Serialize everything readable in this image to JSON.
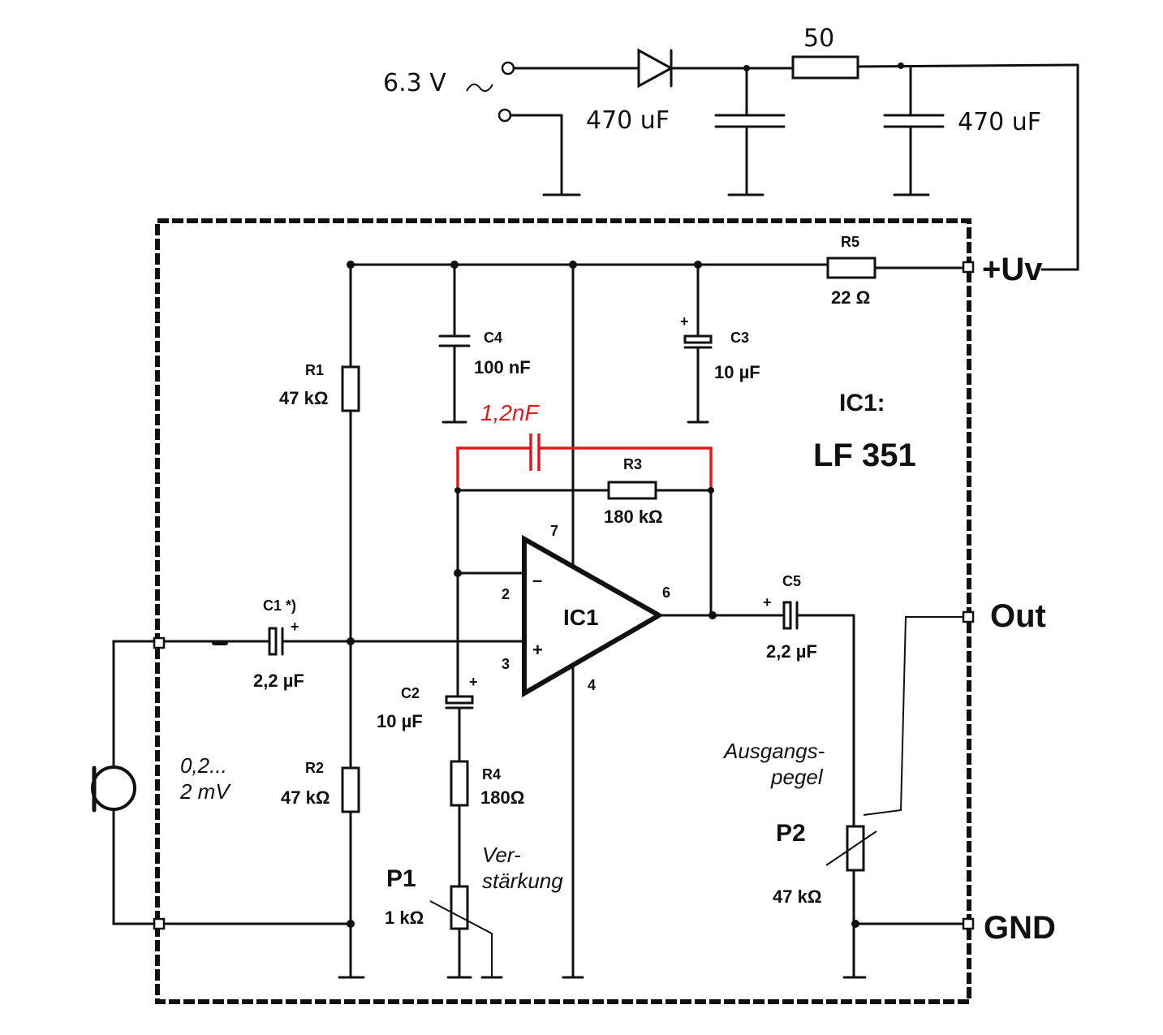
{
  "supply": {
    "input_voltage": "6.3 V",
    "resistor_value": "50",
    "cap1_value": "470 uF",
    "cap2_value": "470 uF"
  },
  "components": {
    "r1": {
      "name": "R1",
      "value": "47 kΩ"
    },
    "r2": {
      "name": "R2",
      "value": "47 kΩ"
    },
    "r3": {
      "name": "R3",
      "value": "180 kΩ"
    },
    "r4": {
      "name": "R4",
      "value": "180Ω"
    },
    "r5": {
      "name": "R5",
      "value": "22 Ω"
    },
    "c1": {
      "name": "C1 *)",
      "value": "2,2 µF"
    },
    "c2": {
      "name": "C2",
      "value": "10  µF"
    },
    "c3": {
      "name": "C3",
      "value": "10 µF"
    },
    "c4": {
      "name": "C4",
      "value": "100 nF"
    },
    "c5": {
      "name": "C5",
      "value": "2,2 µF"
    },
    "c_added": {
      "value": "1,2nF"
    },
    "p1": {
      "name": "P1",
      "value": "1 kΩ",
      "function": [
        "Ver-",
        "stärkung"
      ]
    },
    "p2": {
      "name": "P2",
      "value": "47 kΩ",
      "function": [
        "Ausgangs-",
        "pegel"
      ]
    },
    "ic": {
      "name": "IC1",
      "title": "IC1:",
      "part": "LF 351",
      "inverting": "–",
      "noninverting": "+"
    }
  },
  "pins": {
    "p2": "2",
    "p3": "3",
    "p4": "4",
    "p6": "6",
    "p7": "7"
  },
  "polarity": {
    "plus": "+"
  },
  "terminals": {
    "supply": "+Uv",
    "out": "Out",
    "gnd": "GND"
  },
  "input": {
    "level": [
      "0,2...",
      "2 mV"
    ]
  }
}
